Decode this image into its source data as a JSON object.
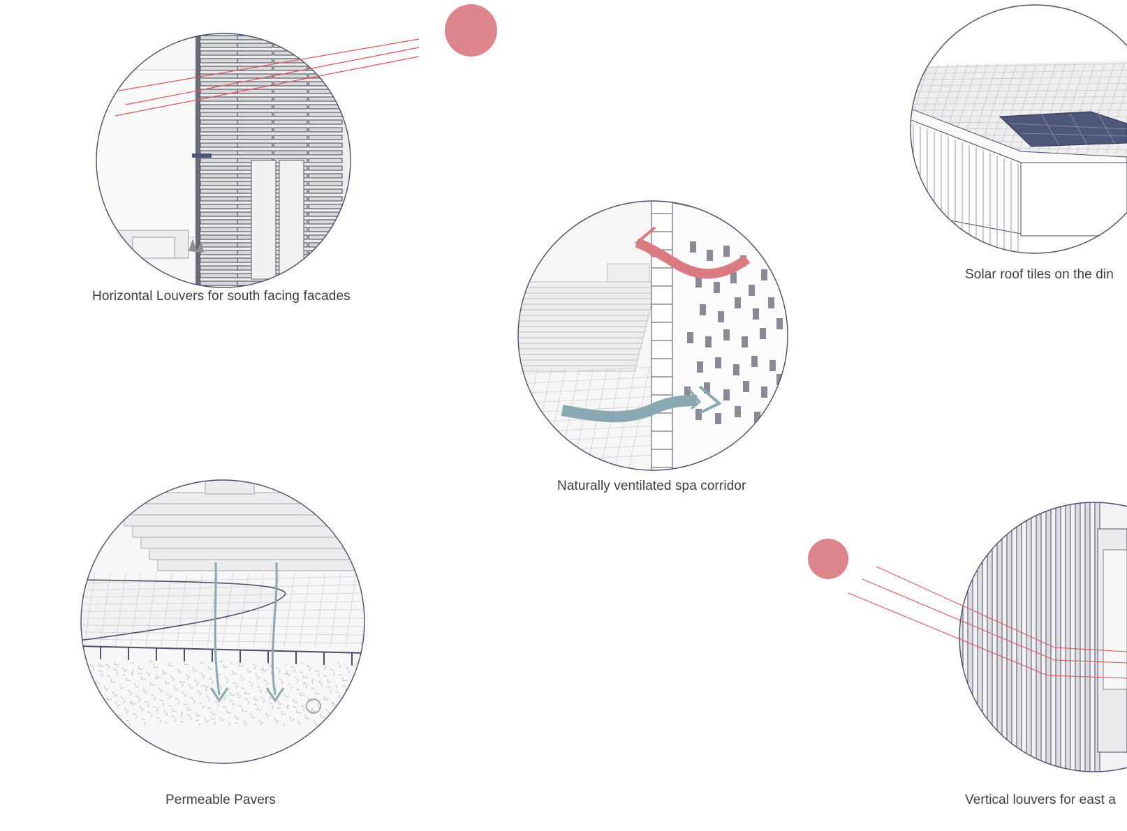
{
  "colors": {
    "sun": "#dc858c",
    "sun_ray": "#d9535c",
    "warm_air": "#dc7a82",
    "cool_air": "#8aa8b2",
    "outline": "#4a4e66",
    "line_gray": "#9a9aa2",
    "fill_light": "#f3f3f3",
    "panel": "#4e5679"
  },
  "captions": {
    "horizontal_louvers": "Horizontal Louvers for south facing facades",
    "solar_roof": "Solar roof tiles on the din",
    "spa_corridor": "Naturally ventilated spa corridor",
    "permeable_pavers": "Permeable Pavers",
    "vertical_louvers": "Vertical louvers for east a"
  }
}
